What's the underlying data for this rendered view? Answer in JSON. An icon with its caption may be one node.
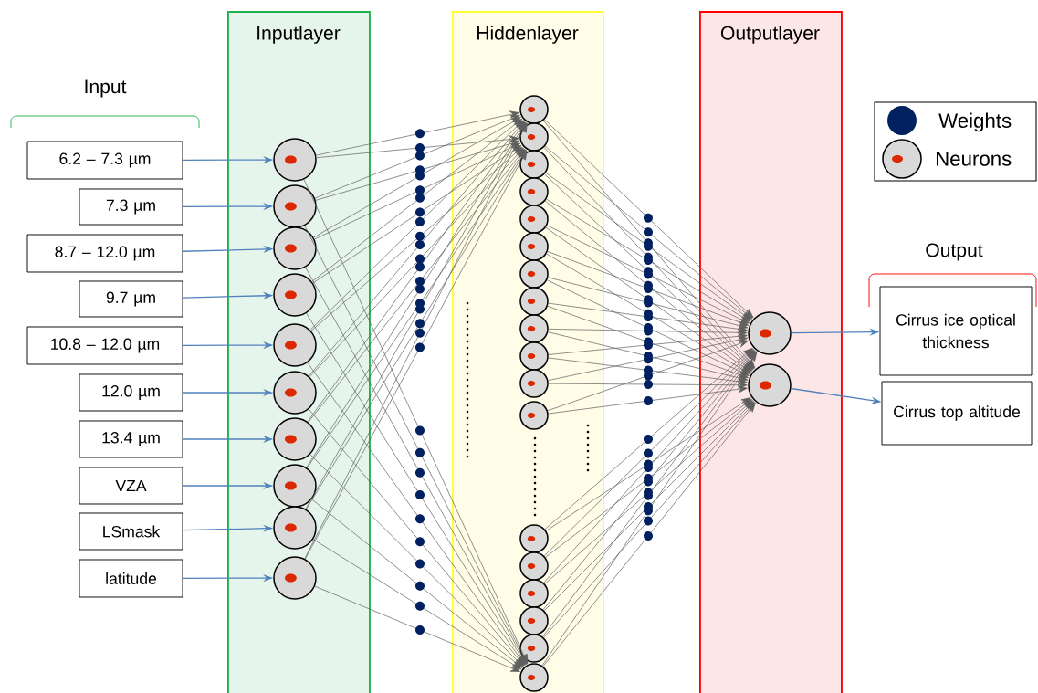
{
  "diagram": {
    "nodes": [
      {
        "text": [
          "Inputlayer"
        ]
      },
      {
        "text": [
          "Hiddenlayer"
        ]
      },
      {
        "text": [
          "Outputlayer"
        ]
      },
      {
        "text": [
          "6.2 – 7.3 µm"
        ]
      },
      {
        "text": [
          "7.3 µm"
        ]
      },
      {
        "text": [
          "8.7 – 12.0 µm"
        ]
      },
      {
        "text": [
          "9.7 µm"
        ]
      },
      {
        "text": [
          "10.8 – 12.0 µm"
        ]
      },
      {
        "text": [
          "12.0 µm"
        ]
      },
      {
        "text": [
          "13.4 µm"
        ]
      },
      {
        "text": [
          "VZA"
        ]
      },
      {
        "text": [
          "LSmask"
        ]
      },
      {
        "text": [
          "latitude"
        ]
      },
      {
        "text": [],
        "shape": "circle",
        "in": 0
      },
      {
        "text": [],
        "shape": "circle",
        "in": 0
      },
      {
        "text": [],
        "shape": "circle",
        "in": 0
      },
      {
        "text": [],
        "shape": "circle",
        "in": 0
      },
      {
        "text": [],
        "shape": "circle",
        "in": 0
      },
      {
        "text": [],
        "shape": "circle",
        "in": 0
      },
      {
        "text": [],
        "shape": "circle",
        "in": 0
      },
      {
        "text": [],
        "shape": "circle",
        "in": 0
      },
      {
        "text": [],
        "shape": "circle",
        "in": 0
      },
      {
        "text": [],
        "shape": "circle",
        "in": 0
      },
      {
        "text": [],
        "shape": "circle",
        "in": 1
      },
      {
        "text": [],
        "shape": "circle",
        "in": 1
      },
      {
        "text": [],
        "shape": "circle",
        "in": 1
      },
      {
        "text": [],
        "shape": "circle",
        "in": 1
      },
      {
        "text": [],
        "shape": "circle",
        "in": 1
      },
      {
        "text": [],
        "shape": "circle",
        "in": 1
      },
      {
        "text": [],
        "shape": "circle",
        "in": 1
      },
      {
        "text": [],
        "shape": "circle",
        "in": 1
      },
      {
        "text": [],
        "shape": "circle",
        "in": 1
      },
      {
        "text": [],
        "shape": "circle",
        "in": 1
      },
      {
        "text": [],
        "shape": "circle",
        "in": 1
      },
      {
        "text": [],
        "shape": "circle",
        "in": 1
      },
      {
        "text": [],
        "shape": "circle",
        "in": 1
      },
      {
        "text": [],
        "shape": "circle",
        "in": 1
      },
      {
        "text": [],
        "shape": "circle",
        "in": 1
      },
      {
        "text": [],
        "shape": "circle",
        "in": 1
      },
      {
        "text": [],
        "shape": "circle",
        "in": 1
      },
      {
        "text": [],
        "shape": "circle",
        "in": 1
      },
      {
        "text": [],
        "shape": "circle",
        "in": 2
      },
      {
        "text": [],
        "shape": "circle",
        "in": 2
      },
      {
        "text": [
          "Cirrus ice optical thickness"
        ]
      },
      {
        "text": [
          "Cirrus top altitude"
        ]
      }
    ],
    "edges": [
      {
        "from": 3,
        "to": 13,
        "arrow": "to",
        "color": "#4f81bd"
      },
      {
        "from": 4,
        "to": 14,
        "arrow": "to",
        "color": "#4f81bd"
      },
      {
        "from": 5,
        "to": 15,
        "arrow": "to",
        "color": "#4f81bd"
      },
      {
        "from": 6,
        "to": 16,
        "arrow": "to",
        "color": "#4f81bd"
      },
      {
        "from": 7,
        "to": 17,
        "arrow": "to",
        "color": "#4f81bd"
      },
      {
        "from": 8,
        "to": 18,
        "arrow": "to",
        "color": "#4f81bd"
      },
      {
        "from": 9,
        "to": 19,
        "arrow": "to",
        "color": "#4f81bd"
      },
      {
        "from": 10,
        "to": 20,
        "arrow": "to",
        "color": "#4f81bd"
      },
      {
        "from": 11,
        "to": 21,
        "arrow": "to",
        "color": "#4f81bd"
      },
      {
        "from": 12,
        "to": 22,
        "arrow": "to",
        "color": "#4f81bd"
      },
      {
        "from": 13,
        "to": 23,
        "arrow": "to"
      },
      {
        "from": 13,
        "to": 24,
        "arrow": "to"
      },
      {
        "from": 13,
        "to": 40,
        "arrow": "to"
      },
      {
        "from": 14,
        "to": 23,
        "arrow": "to"
      },
      {
        "from": 14,
        "to": 24,
        "arrow": "to"
      },
      {
        "from": 14,
        "to": 40,
        "arrow": "to"
      },
      {
        "from": 15,
        "to": 23,
        "arrow": "to"
      },
      {
        "from": 15,
        "to": 24,
        "arrow": "to"
      },
      {
        "from": 15,
        "to": 40,
        "arrow": "to"
      },
      {
        "from": 16,
        "to": 23,
        "arrow": "to"
      },
      {
        "from": 16,
        "to": 24,
        "arrow": "to"
      },
      {
        "from": 16,
        "to": 40,
        "arrow": "to"
      },
      {
        "from": 17,
        "to": 23,
        "arrow": "to"
      },
      {
        "from": 17,
        "to": 24,
        "arrow": "to"
      },
      {
        "from": 17,
        "to": 40,
        "arrow": "to"
      },
      {
        "from": 18,
        "to": 23,
        "arrow": "to"
      },
      {
        "from": 18,
        "to": 24,
        "arrow": "to"
      },
      {
        "from": 18,
        "to": 40,
        "arrow": "to"
      },
      {
        "from": 19,
        "to": 23,
        "arrow": "to"
      },
      {
        "from": 19,
        "to": 24,
        "arrow": "to"
      },
      {
        "from": 19,
        "to": 40,
        "arrow": "to"
      },
      {
        "from": 20,
        "to": 23,
        "arrow": "to"
      },
      {
        "from": 20,
        "to": 24,
        "arrow": "to"
      },
      {
        "from": 20,
        "to": 40,
        "arrow": "to"
      },
      {
        "from": 21,
        "to": 23,
        "arrow": "to"
      },
      {
        "from": 21,
        "to": 24,
        "arrow": "to"
      },
      {
        "from": 21,
        "to": 40,
        "arrow": "to"
      },
      {
        "from": 22,
        "to": 23,
        "arrow": "to"
      },
      {
        "from": 22,
        "to": 24,
        "arrow": "to"
      },
      {
        "from": 22,
        "to": 40,
        "arrow": "to"
      },
      {
        "from": 23,
        "to": 41,
        "arrow": "to"
      },
      {
        "from": 23,
        "to": 42,
        "arrow": "to"
      },
      {
        "from": 24,
        "to": 41,
        "arrow": "to"
      },
      {
        "from": 24,
        "to": 42,
        "arrow": "to"
      },
      {
        "from": 25,
        "to": 41,
        "arrow": "to"
      },
      {
        "from": 25,
        "to": 42,
        "arrow": "to"
      },
      {
        "from": 26,
        "to": 41,
        "arrow": "to"
      },
      {
        "from": 26,
        "to": 42,
        "arrow": "to"
      },
      {
        "from": 27,
        "to": 41,
        "arrow": "to"
      },
      {
        "from": 27,
        "to": 42,
        "arrow": "to"
      },
      {
        "from": 28,
        "to": 41,
        "arrow": "to"
      },
      {
        "from": 28,
        "to": 42,
        "arrow": "to"
      },
      {
        "from": 29,
        "to": 41,
        "arrow": "to"
      },
      {
        "from": 29,
        "to": 42,
        "arrow": "to"
      },
      {
        "from": 30,
        "to": 41,
        "arrow": "to"
      },
      {
        "from": 30,
        "to": 42,
        "arrow": "to"
      },
      {
        "from": 31,
        "to": 41,
        "arrow": "to"
      },
      {
        "from": 31,
        "to": 42,
        "arrow": "to"
      },
      {
        "from": 32,
        "to": 41,
        "arrow": "to"
      },
      {
        "from": 32,
        "to": 42,
        "arrow": "to"
      },
      {
        "from": 33,
        "to": 41,
        "arrow": "to"
      },
      {
        "from": 33,
        "to": 42,
        "arrow": "to"
      },
      {
        "from": 34,
        "to": 41,
        "arrow": "to"
      },
      {
        "from": 34,
        "to": 42,
        "arrow": "to"
      },
      {
        "from": 35,
        "to": 41,
        "arrow": "to"
      },
      {
        "from": 35,
        "to": 42,
        "arrow": "to"
      },
      {
        "from": 36,
        "to": 41,
        "arrow": "to"
      },
      {
        "from": 36,
        "to": 42,
        "arrow": "to"
      },
      {
        "from": 37,
        "to": 41,
        "arrow": "to"
      },
      {
        "from": 37,
        "to": 42,
        "arrow": "to"
      },
      {
        "from": 38,
        "to": 41,
        "arrow": "to"
      },
      {
        "from": 38,
        "to": 42,
        "arrow": "to"
      },
      {
        "from": 39,
        "to": 41,
        "arrow": "to"
      },
      {
        "from": 39,
        "to": 42,
        "arrow": "to"
      },
      {
        "from": 40,
        "to": 41,
        "arrow": "to"
      },
      {
        "from": 40,
        "to": 42,
        "arrow": "to"
      },
      {
        "from": 41,
        "to": 43,
        "arrow": "to",
        "color": "#4f81bd"
      },
      {
        "from": 42,
        "to": 44,
        "arrow": "to",
        "color": "#4f81bd"
      }
    ],
    "labels": [
      "Input",
      "Output"
    ],
    "legend": [
      {
        "text": "Weights"
      },
      {
        "text": "Neurons"
      }
    ]
  }
}
